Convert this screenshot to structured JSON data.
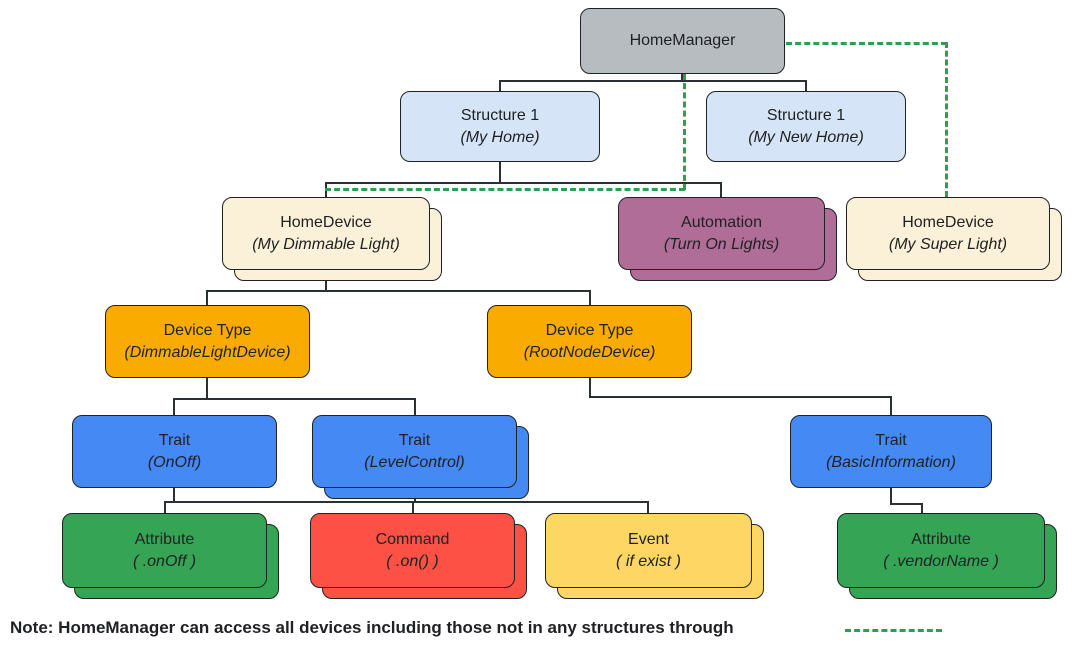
{
  "note": {
    "text": "Note: HomeManager can access all devices including those not in any structures through",
    "legend": "green dashed line"
  },
  "colors": {
    "gray": "#b7bcc1",
    "light_blue": "#d5e5f7",
    "cream": "#fbf1d8",
    "mauve": "#af6d98",
    "orange": "#f9ab00",
    "blue": "#4589f4",
    "green": "#35a455",
    "red": "#fd5145",
    "yellow": "#fdd663",
    "dashed_link_green": "#2e9e4f",
    "connector": "#2b3035"
  },
  "nodes": [
    {
      "id": "homemanager",
      "title": "HomeManager",
      "subtitle": "",
      "color": "gray",
      "stacked": false
    },
    {
      "id": "structure-1-my-home",
      "title": "Structure 1",
      "subtitle": "(My Home)",
      "color": "light_blue",
      "stacked": false
    },
    {
      "id": "structure-1-my-new-home",
      "title": "Structure 1",
      "subtitle": "(My New Home)",
      "color": "light_blue",
      "stacked": false
    },
    {
      "id": "homedevice-my-dimmable-light",
      "title": "HomeDevice",
      "subtitle": "(My Dimmable Light)",
      "color": "cream",
      "stacked": true
    },
    {
      "id": "automation-turn-on-lights",
      "title": "Automation",
      "subtitle": "(Turn On Lights)",
      "color": "mauve",
      "stacked": true
    },
    {
      "id": "homedevice-my-super-light",
      "title": "HomeDevice",
      "subtitle": "(My Super Light)",
      "color": "cream",
      "stacked": true
    },
    {
      "id": "device-type-dimmablelightdevice",
      "title": "Device Type",
      "subtitle": "(DimmableLightDevice)",
      "color": "orange",
      "stacked": false
    },
    {
      "id": "device-type-rootnodedevice",
      "title": "Device Type",
      "subtitle": "(RootNodeDevice)",
      "color": "orange",
      "stacked": false
    },
    {
      "id": "trait-onoff",
      "title": "Trait",
      "subtitle": "(OnOff)",
      "color": "blue",
      "stacked": false
    },
    {
      "id": "trait-levelcontrol",
      "title": "Trait",
      "subtitle": "(LevelControl)",
      "color": "blue",
      "stacked": true
    },
    {
      "id": "trait-basicinformation",
      "title": "Trait",
      "subtitle": "(BasicInformation)",
      "color": "blue",
      "stacked": false
    },
    {
      "id": "attribute-onoff",
      "title": "Attribute",
      "subtitle": "( .onOff )",
      "color": "green",
      "stacked": true
    },
    {
      "id": "command-on",
      "title": "Command",
      "subtitle": "( .on() )",
      "color": "red",
      "stacked": true
    },
    {
      "id": "event-if-exist",
      "title": "Event",
      "subtitle": "( if exist )",
      "color": "yellow",
      "stacked": true
    },
    {
      "id": "attribute-vendorname",
      "title": "Attribute",
      "subtitle": "( .vendorName )",
      "color": "green",
      "stacked": true
    }
  ]
}
